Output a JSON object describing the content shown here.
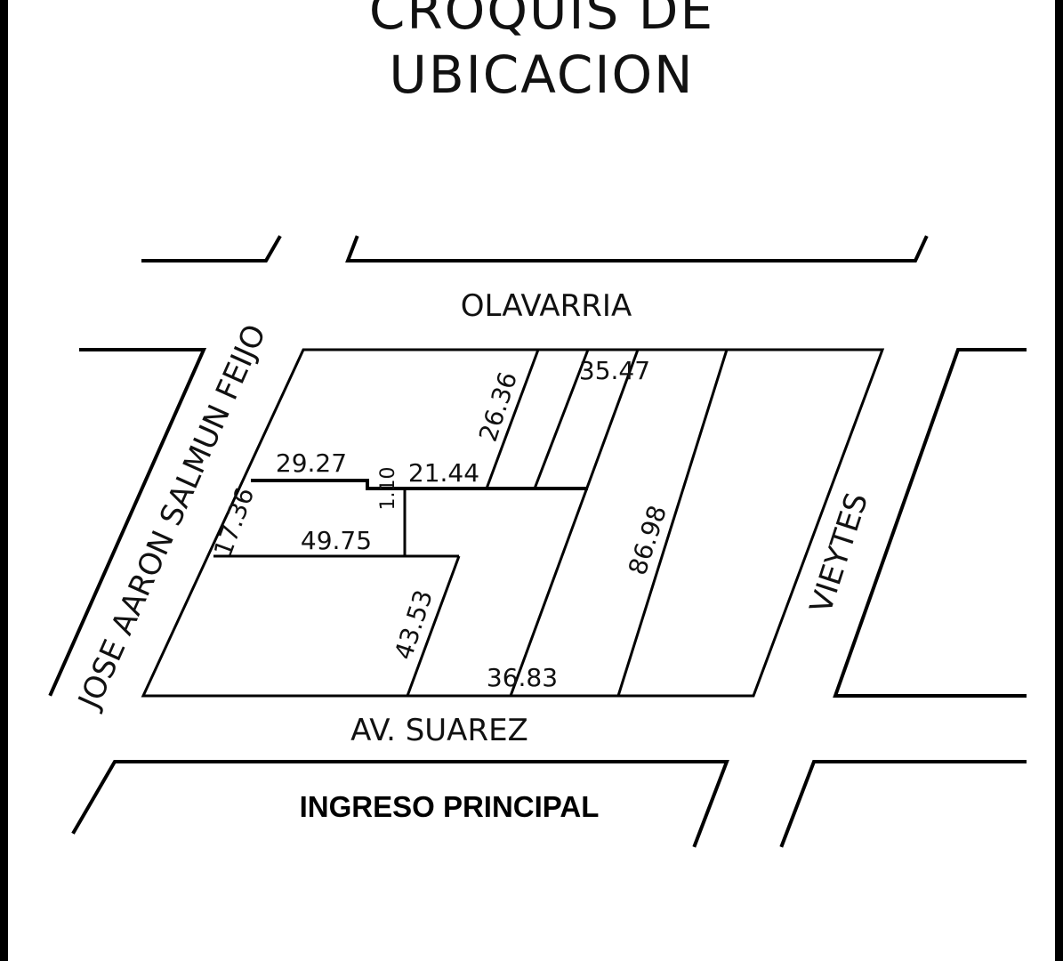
{
  "title": {
    "line1": "CROQUIS DE",
    "line2": "UBICACION"
  },
  "streets": {
    "north": "OLAVARRIA",
    "south": "AV. SUAREZ",
    "west": "JOSE AARON SALMUN FEIJO",
    "east": "VIEYTES"
  },
  "dimensions": {
    "d1": "29.27",
    "d2": "1.10",
    "d3": "21.44",
    "d4": "26.36",
    "d5": "35.47",
    "d6": "17.36",
    "d7": "49.75",
    "d8": "43.53",
    "d9": "36.83",
    "d10": "86.98"
  },
  "entrance": "INGRESO PRINCIPAL"
}
